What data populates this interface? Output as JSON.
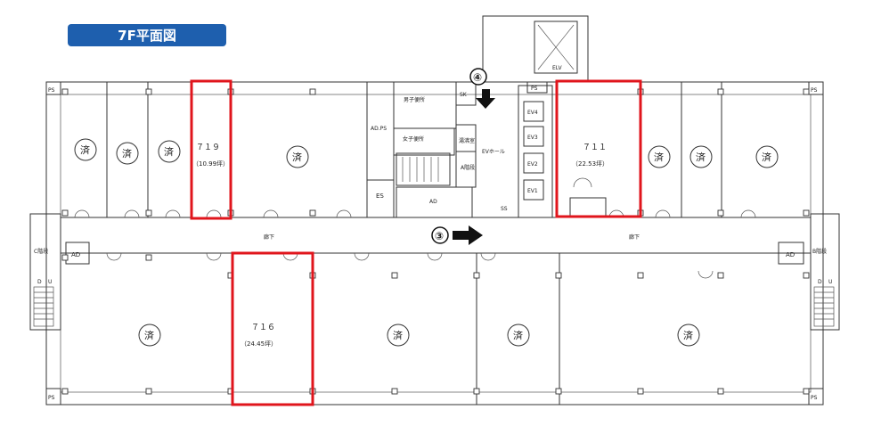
{
  "title": "7F平面図",
  "markers": [
    {
      "id": "3",
      "label": "③"
    },
    {
      "id": "4",
      "label": "④"
    }
  ],
  "labels": {
    "corridor_left": "廊下",
    "corridor_right": "廊下",
    "ev_hall": "EVホール",
    "mens_toilet": "男子便所",
    "womens_toilet": "女子便所",
    "kettle_room": "湯沸室",
    "stair_a": "A階段",
    "stair_c": "C階段",
    "stair_b": "B階段",
    "ad_ps": "AD.PS",
    "es": "ES",
    "ad": "AD",
    "ss": "SS",
    "sk": "SK",
    "ps": "PS",
    "elv": "ELV",
    "ev1": "EV1",
    "ev2": "EV2",
    "ev3": "EV3",
    "ev4": "EV4",
    "stair_d": "D",
    "stair_u": "U"
  },
  "units": [
    {
      "name": "７１９",
      "area": "（10.99坪）",
      "highlighted": true
    },
    {
      "name": "７１１",
      "area": "（22.53坪）",
      "highlighted": true
    },
    {
      "name": "７１６",
      "area": "（24.45坪）",
      "highlighted": true
    }
  ],
  "occupied_mark": "済",
  "colors": {
    "badge": "#1e5fae",
    "highlight": "#e0151c"
  }
}
